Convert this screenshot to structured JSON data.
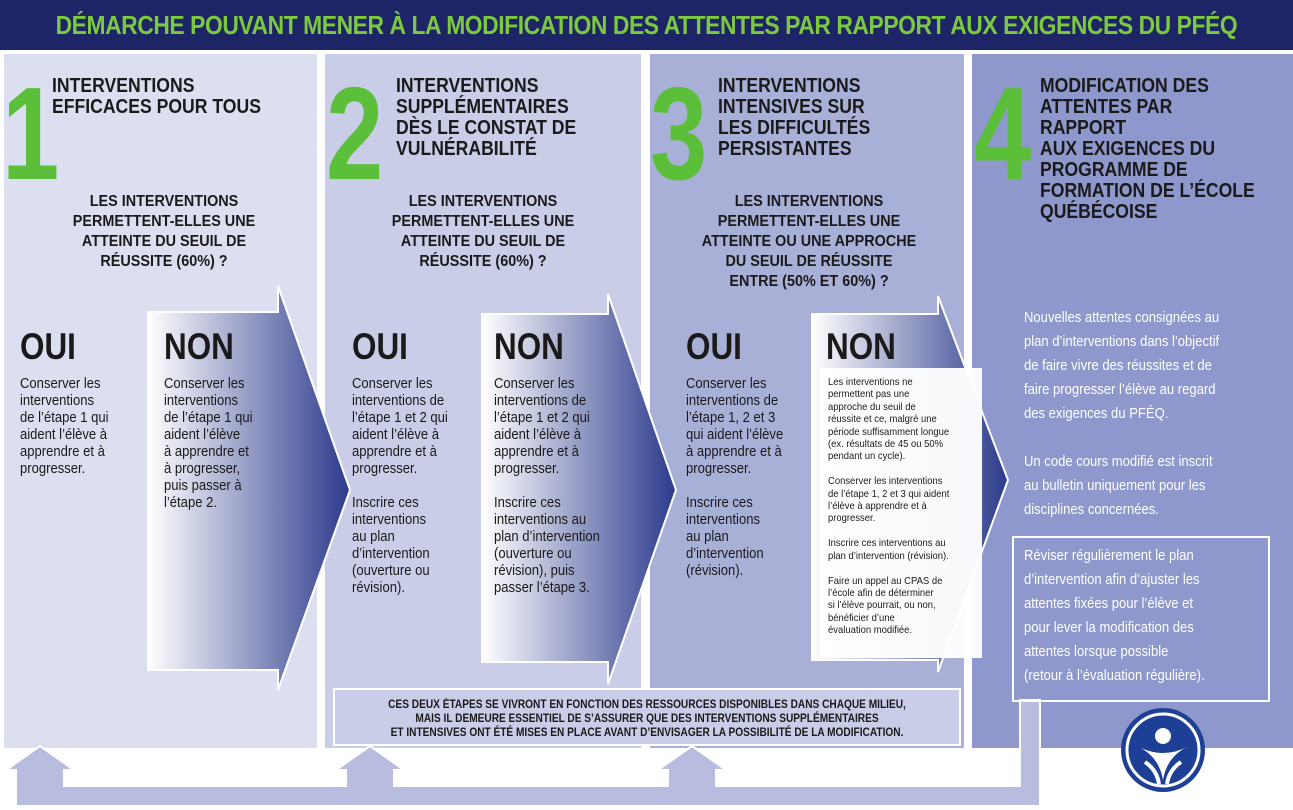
{
  "header": {
    "title": "DÉMARCHE POUVANT MENER À LA MODIFICATION DES ATTENTES PAR RAPPORT AUX EXIGENCES DU PFÉQ"
  },
  "colors": {
    "header_bg": "#1d2566",
    "header_text": "#7cc940",
    "number_green": "#5cbf3a",
    "arrow_dark": "#2b3a8c"
  },
  "steps": [
    {
      "number": "1",
      "title": "INTERVENTIONS\nEFFICACES POUR TOUS",
      "question": "LES INTERVENTIONS\nPERMETTENT-ELLES UNE\nATTEINTE DU SEUIL DE\nRÉUSSITE  (60%) ?",
      "oui_label": "OUI",
      "oui_text": "Conserver les\ninterventions\nde l’étape 1 qui\naident l’élève à\napprendre et à\nprogresser.",
      "non_label": "NON",
      "non_text": "Conserver les\ninterventions\nde l’étape 1 qui\naident l’élève\nà apprendre et\nà progresser,\npuis passer à\nl’étape 2."
    },
    {
      "number": "2",
      "title": "INTERVENTIONS\nSUPPLÉMENTAIRES\nDÈS LE CONSTAT DE\nVULNÉRABILITÉ",
      "question": "LES INTERVENTIONS\nPERMETTENT-ELLES UNE\nATTEINTE DU SEUIL DE\nRÉUSSITE (60%) ?",
      "oui_label": "OUI",
      "oui_text": "Conserver les\ninterventions de\nl’étape 1 et 2 qui\naident l’élève à\napprendre et à\nprogresser.\n\nInscrire ces\ninterventions\nau plan\nd’intervention\n(ouverture ou\nrévision).",
      "non_label": "NON",
      "non_text": "Conserver les\ninterventions de\nl’étape 1 et 2 qui\naident l’élève à\napprendre et à\nprogresser.\n\nInscrire ces\ninterventions au\nplan d’intervention\n(ouverture ou\nrévision), puis\npasser l’étape 3."
    },
    {
      "number": "3",
      "title": "INTERVENTIONS\nINTENSIVES SUR\nLES DIFFICULTÉS\nPERSISTANTES",
      "question": "LES INTERVENTIONS\nPERMETTENT-ELLES UNE\nATTEINTE OU UNE APPROCHE\nDU SEUIL DE RÉUSSITE\nENTRE (50% ET 60%) ?",
      "oui_label": "OUI",
      "oui_text": "Conserver les\ninterventions de\nl’étape 1, 2 et 3\nqui aident l’élève\nà apprendre et à\nprogresser.\n\nInscrire ces\ninterventions\nau plan\nd’intervention\n(révision).",
      "non_label": "NON",
      "non_text": "Les interventions ne\npermettent pas une\napproche du seuil de\nréussite et ce, malgré une\npériode suffisamment longue\n(ex. résultats de 45 ou 50%\npendant un cycle).\n\nConserver les interventions\nde l’étape 1, 2 et 3 qui aident\nl’élève à apprendre et à\nprogresser.\n\nInscrire ces interventions au\nplan d’intervention (révision).\n\nFaire un appel au CPAS de\nl’école afin de déterminer\nsi l’élève pourrait, ou non,\nbénéficier d’une\névaluation modifiée."
    },
    {
      "number": "4",
      "title": "MODIFICATION DES\nATTENTES PAR RAPPORT\nAUX EXIGENCES DU\nPROGRAMME DE\nFORMATION DE L’ÉCOLE\nQUÉBÉCOISE",
      "text1": "Nouvelles attentes consignées au\nplan d’interventions dans l’objectif\nde faire vivre des réussites et de\nfaire progresser l’élève au regard\ndes exigences du PFÉQ.",
      "text2": "Un code cours modifié est inscrit\nau bulletin uniquement pour les\ndisciplines concernées.",
      "box_text": "Réviser régulièrement le plan\nd’intervention afin d’ajuster les\nattentes fixées pour l’élève et\npour lever la modification des\nattentes lorsque possible\n(retour à l’évaluation régulière)."
    }
  ],
  "bottom_note": "CES DEUX ÉTAPES SE VIVRONT EN FONCTION DES RESSOURCES DISPONIBLES DANS CHAQUE MILIEU,\nMAIS IL DEMEURE ESSENTIEL DE S’ASSURER QUE DES  INTERVENTIONS SUPPLÉMENTAIRES\nET INTENSIVES ONT ÉTÉ MISES EN PLACE AVANT D’ENVISAGER LA POSSIBILITÉ DE LA MODIFICATION."
}
